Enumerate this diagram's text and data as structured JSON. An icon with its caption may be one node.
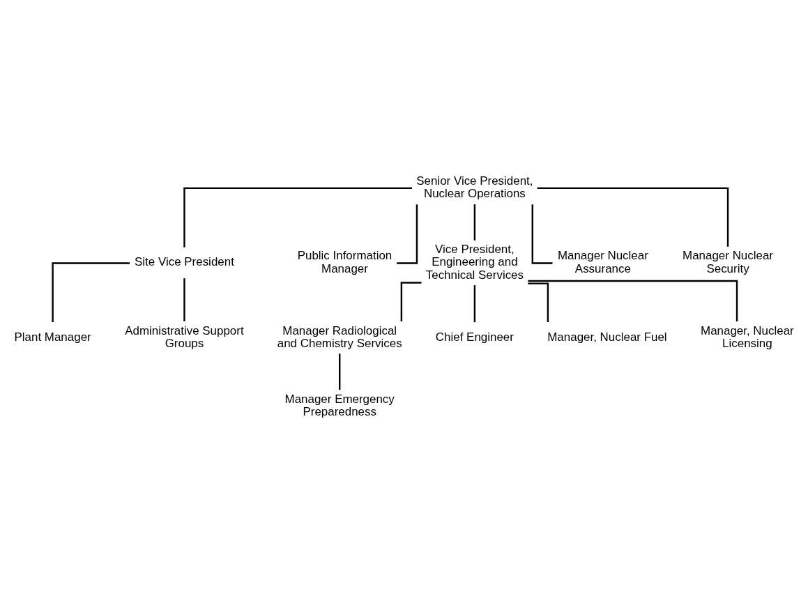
{
  "diagram": {
    "nodes": [
      {
        "text": [
          "Senior Vice President, Nuclear Operations"
        ]
      },
      {
        "text": [
          "Site Vice President"
        ]
      },
      {
        "text": [
          "Public Information Manager"
        ]
      },
      {
        "text": [
          "Vice President, Engineering and Technical Services"
        ]
      },
      {
        "text": [
          "Manager Nuclear Assurance"
        ]
      },
      {
        "text": [
          "Manager Nuclear Security"
        ]
      },
      {
        "text": [
          "Plant Manager"
        ]
      },
      {
        "text": [
          "Administrative Support Groups"
        ]
      },
      {
        "text": [
          "Manager Radiological and Chemistry Services"
        ]
      },
      {
        "text": [
          "Chief Engineer"
        ]
      },
      {
        "text": [
          "Manager, Nuclear Fuel"
        ]
      },
      {
        "text": [
          "Manager, Nuclear Licensing"
        ]
      },
      {
        "text": [
          "Manager Emergency Preparedness"
        ]
      }
    ],
    "edges": [
      {
        "from": 0,
        "to": 1,
        "arrow": "none"
      },
      {
        "from": 0,
        "to": 2,
        "arrow": "none"
      },
      {
        "from": 0,
        "to": 3,
        "arrow": "none"
      },
      {
        "from": 0,
        "to": 4,
        "arrow": "none"
      },
      {
        "from": 0,
        "to": 5,
        "arrow": "none"
      },
      {
        "from": 1,
        "to": 6,
        "arrow": "none"
      },
      {
        "from": 1,
        "to": 7,
        "arrow": "none"
      },
      {
        "from": 3,
        "to": 8,
        "arrow": "none"
      },
      {
        "from": 3,
        "to": 9,
        "arrow": "none"
      },
      {
        "from": 3,
        "to": 10,
        "arrow": "none"
      },
      {
        "from": 3,
        "to": 11,
        "arrow": "none"
      },
      {
        "from": 8,
        "to": 12,
        "arrow": "none"
      }
    ]
  }
}
